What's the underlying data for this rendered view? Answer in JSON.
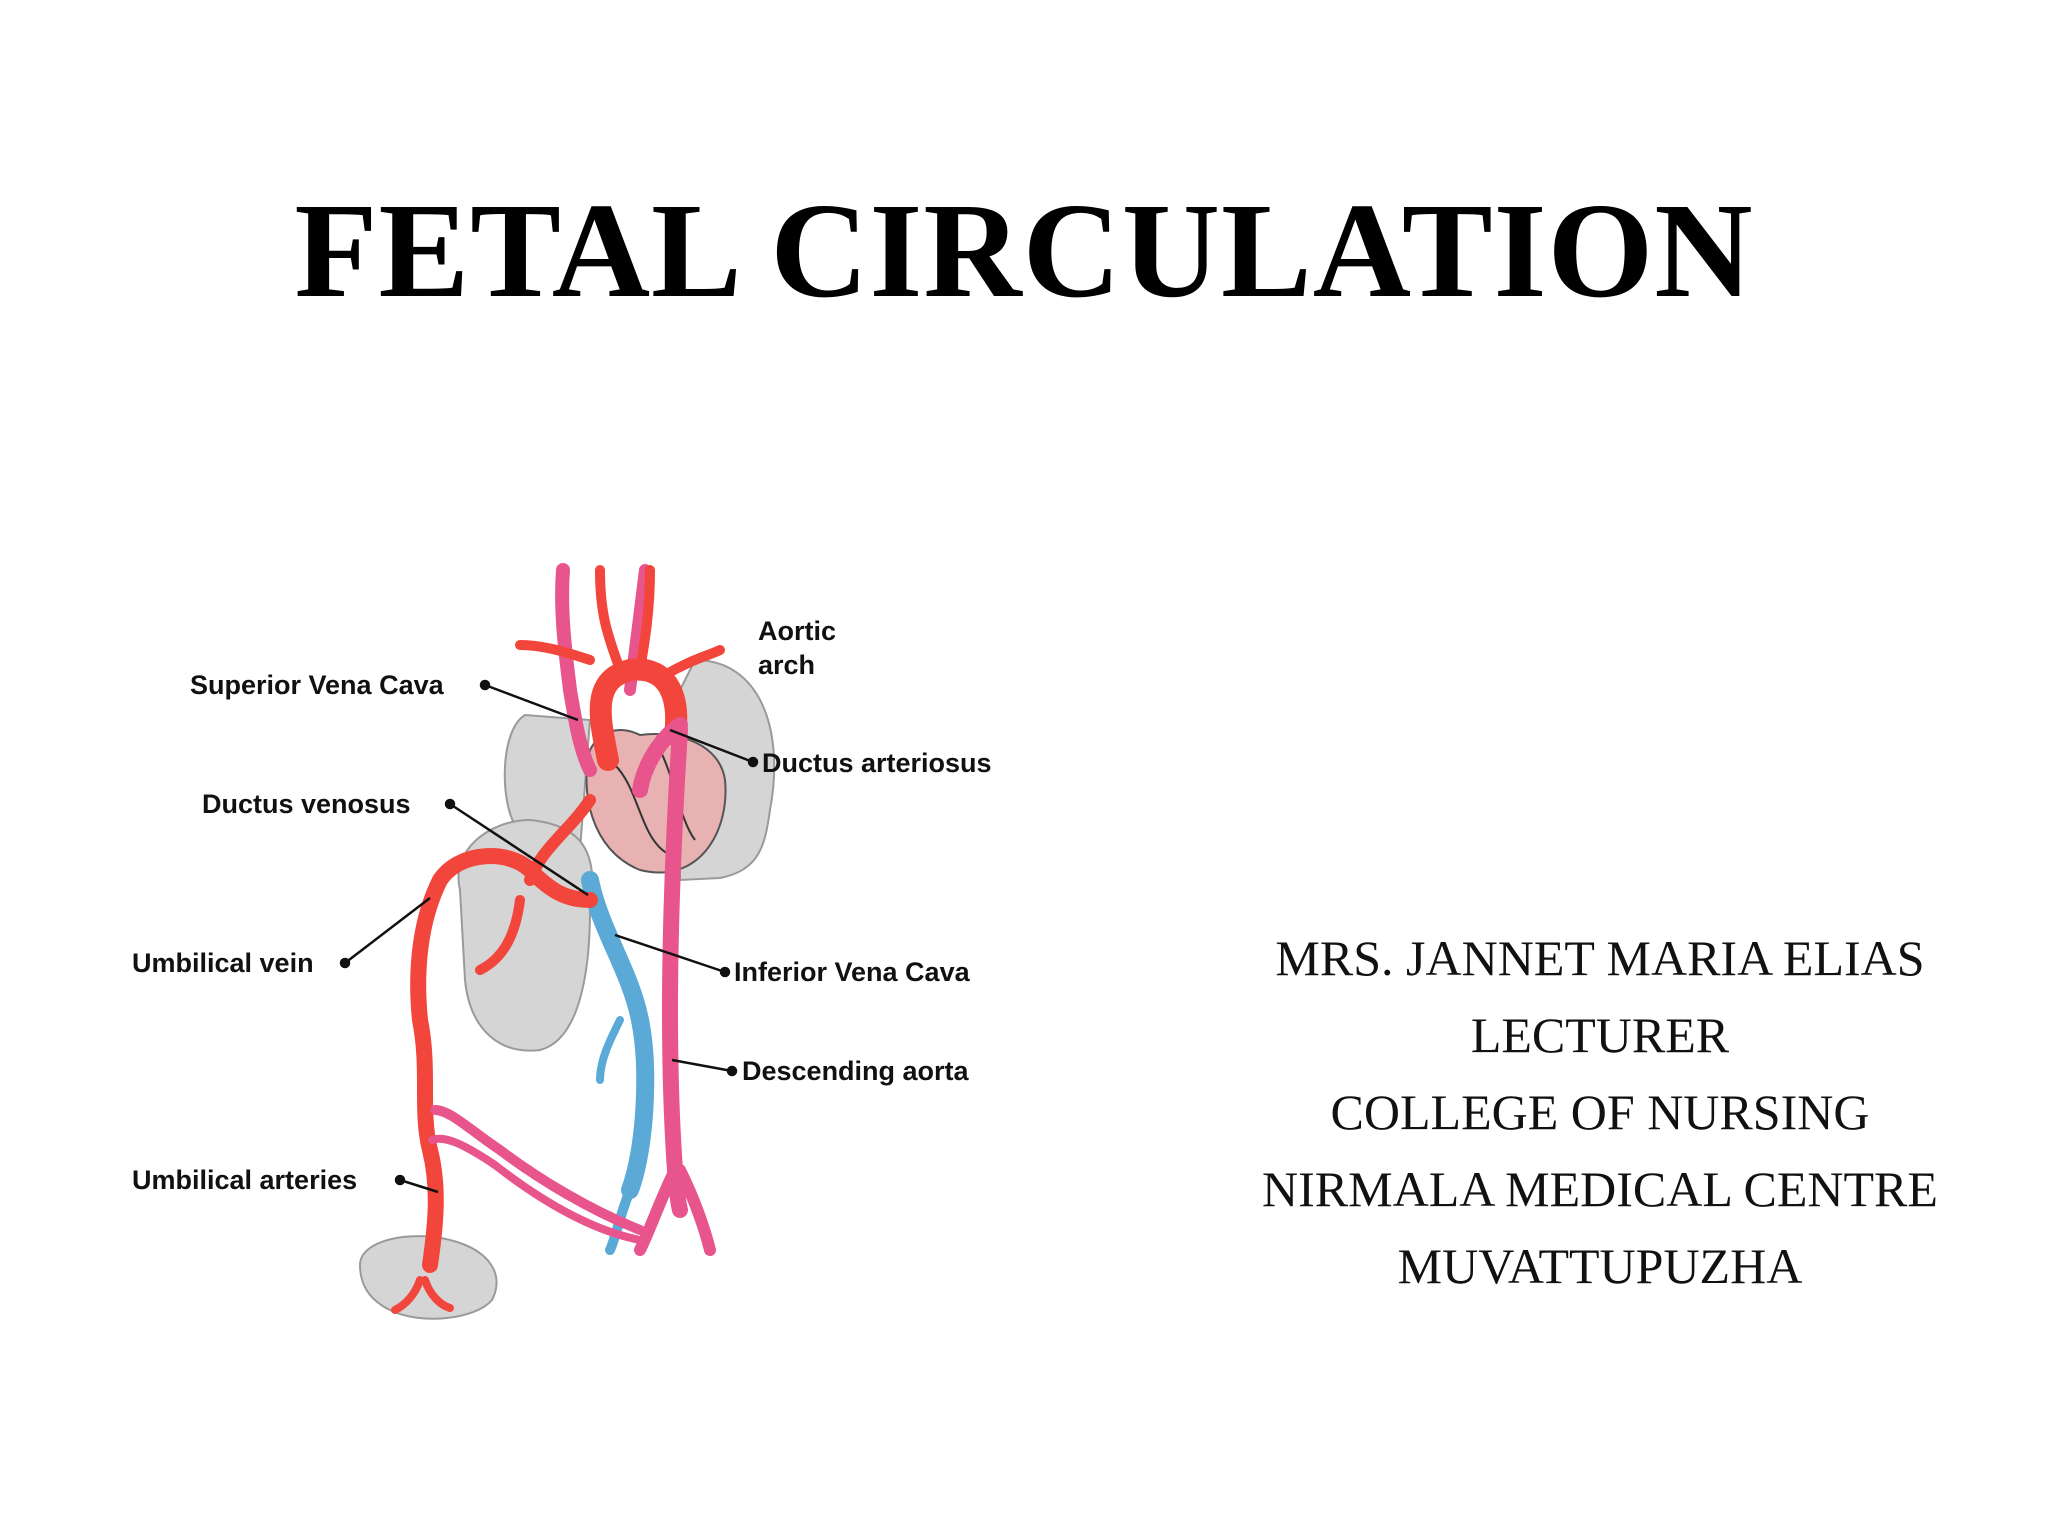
{
  "slide": {
    "title": "FETAL CIRCULATION"
  },
  "presenter": {
    "lines": [
      "MRS. JANNET MARIA ELIAS",
      "LECTURER",
      "COLLEGE OF NURSING",
      "NIRMALA MEDICAL CENTRE",
      "MUVATTUPUZHA"
    ]
  },
  "diagram": {
    "labels": {
      "aortic_arch_line1": "Aortic",
      "aortic_arch_line2": "arch",
      "superior_vena_cava": "Superior Vena Cava",
      "ductus_arteriosus": "Ductus arteriosus",
      "ductus_venosus": "Ductus venosus",
      "umbilical_vein": "Umbilical vein",
      "inferior_vena_cava": "Inferior Vena Cava",
      "descending_aorta": "Descending aorta",
      "umbilical_arteries": "Umbilical arteries"
    },
    "colors": {
      "oxygenated": "#f2453c",
      "mixed": "#e8558c",
      "deoxygenated": "#5aa9d6",
      "heart": "#e9b2b2",
      "organ": "#d5d5d5"
    }
  }
}
